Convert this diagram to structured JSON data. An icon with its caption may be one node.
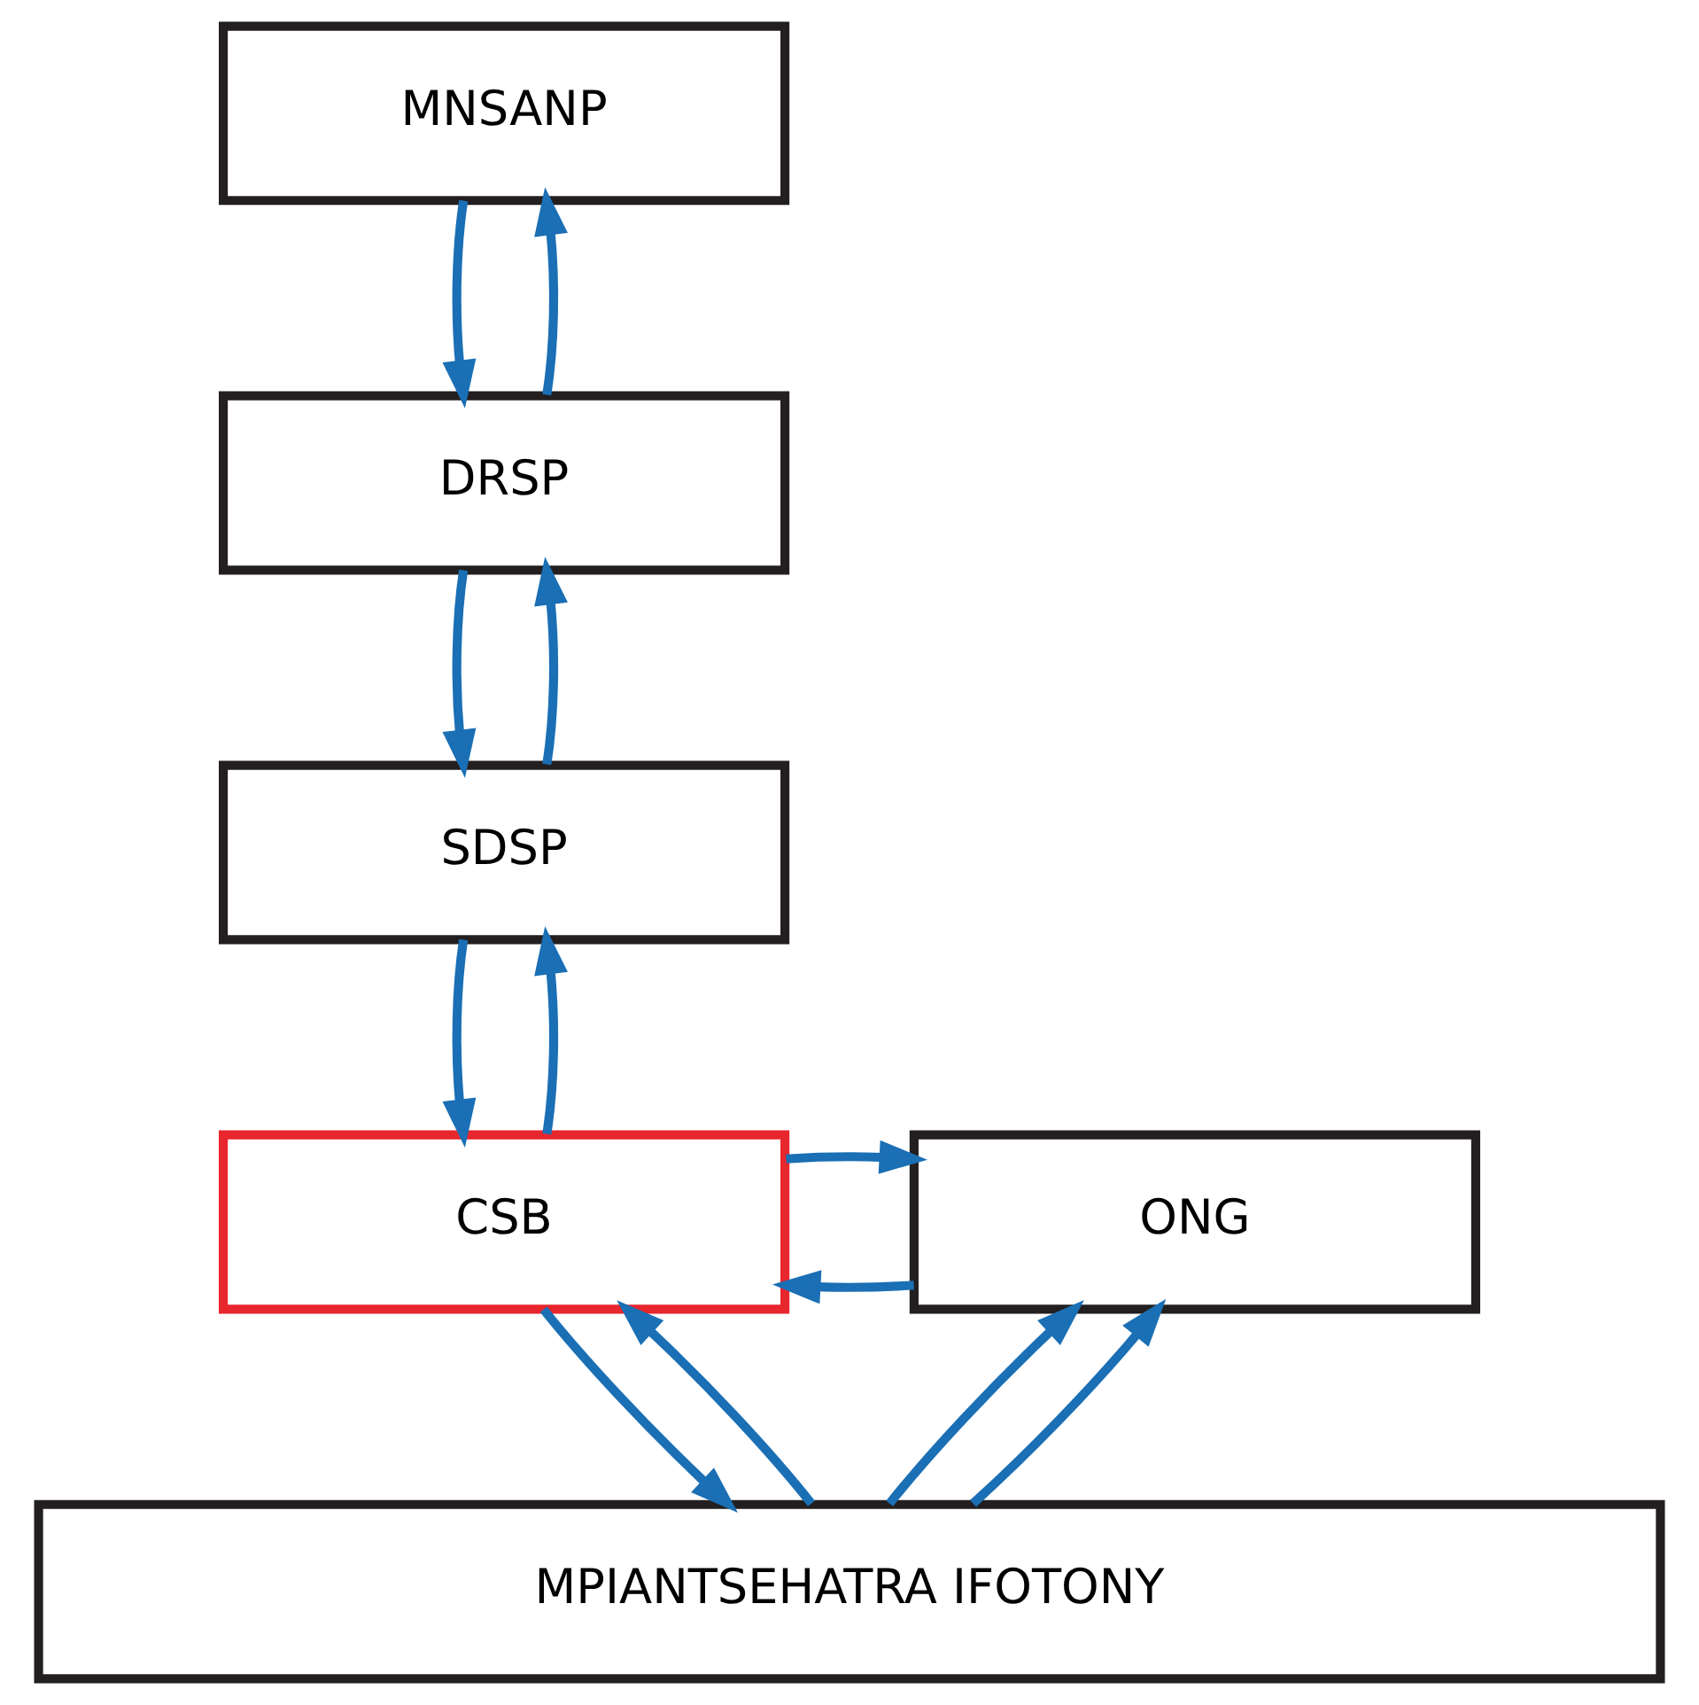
{
  "diagram": {
    "nodes": [
      {
        "text": [
          "MNSANP"
        ]
      },
      {
        "text": [
          "DRSP"
        ]
      },
      {
        "text": [
          "SDSP"
        ]
      },
      {
        "text": [
          "CSB"
        ]
      },
      {
        "text": [
          "ONG"
        ]
      },
      {
        "text": [
          "MPIANTSEHATRA IFOTONY"
        ]
      }
    ],
    "edges": [
      {
        "from": 0,
        "to": 1,
        "arrow": "to"
      },
      {
        "from": 1,
        "to": 0,
        "arrow": "to"
      },
      {
        "from": 1,
        "to": 2,
        "arrow": "to"
      },
      {
        "from": 2,
        "to": 1,
        "arrow": "to"
      },
      {
        "from": 2,
        "to": 3,
        "arrow": "to"
      },
      {
        "from": 3,
        "to": 2,
        "arrow": "to"
      },
      {
        "from": 4,
        "to": 3,
        "arrow": "to"
      },
      {
        "from": 3,
        "to": 4,
        "arrow": "to"
      },
      {
        "from": 3,
        "to": 5,
        "arrow": "to"
      },
      {
        "from": 5,
        "to": 3,
        "arrow": "to"
      },
      {
        "from": 5,
        "to": 4,
        "arrow": "to"
      },
      {
        "from": 5,
        "to": 4,
        "arrow": "to"
      }
    ]
  }
}
